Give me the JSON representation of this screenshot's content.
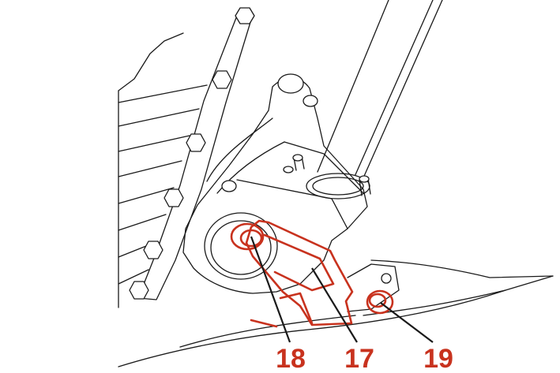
{
  "colors": {
    "line": "#1a1a1a",
    "highlight": "#c8321e"
  },
  "callouts": [
    {
      "label": "18",
      "part": "bolt"
    },
    {
      "label": "17",
      "part": "bracket"
    },
    {
      "label": "19",
      "part": "bolt"
    }
  ]
}
